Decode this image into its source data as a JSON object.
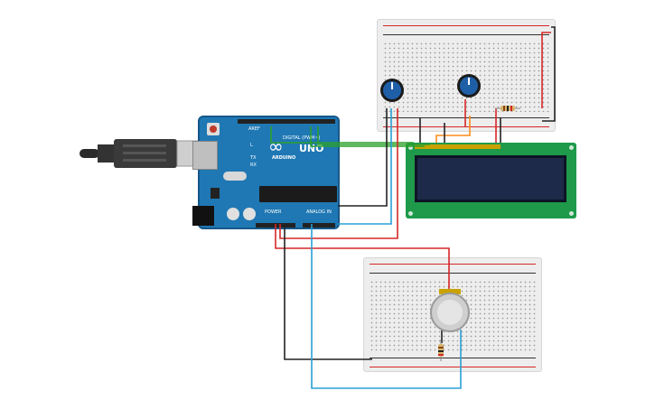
{
  "board": {
    "name": "UNO",
    "brand": "ARDUINO",
    "logo_symbol": "∞",
    "header_digital": "DIGITAL (PWM~)",
    "header_power": "POWER",
    "header_analog": "ANALOG IN",
    "label_aref": "AREF",
    "label_tx": "TX",
    "label_rx": "RX",
    "label_l": "L"
  },
  "colors": {
    "arduino": "#1f78b4",
    "wire_red": "#d62728",
    "wire_black": "#222222",
    "wire_blue": "#2a9fd6",
    "wire_green": "#2ca02c",
    "wire_orange": "#ff8c1a",
    "lcd_board": "#1e9a4a"
  },
  "components": {
    "usb": "usb-cable-icon",
    "pot1": "potentiometer-icon",
    "pot2": "potentiometer-icon",
    "resistor": "resistor-icon",
    "gas_sensor": "gas-sensor-icon"
  }
}
